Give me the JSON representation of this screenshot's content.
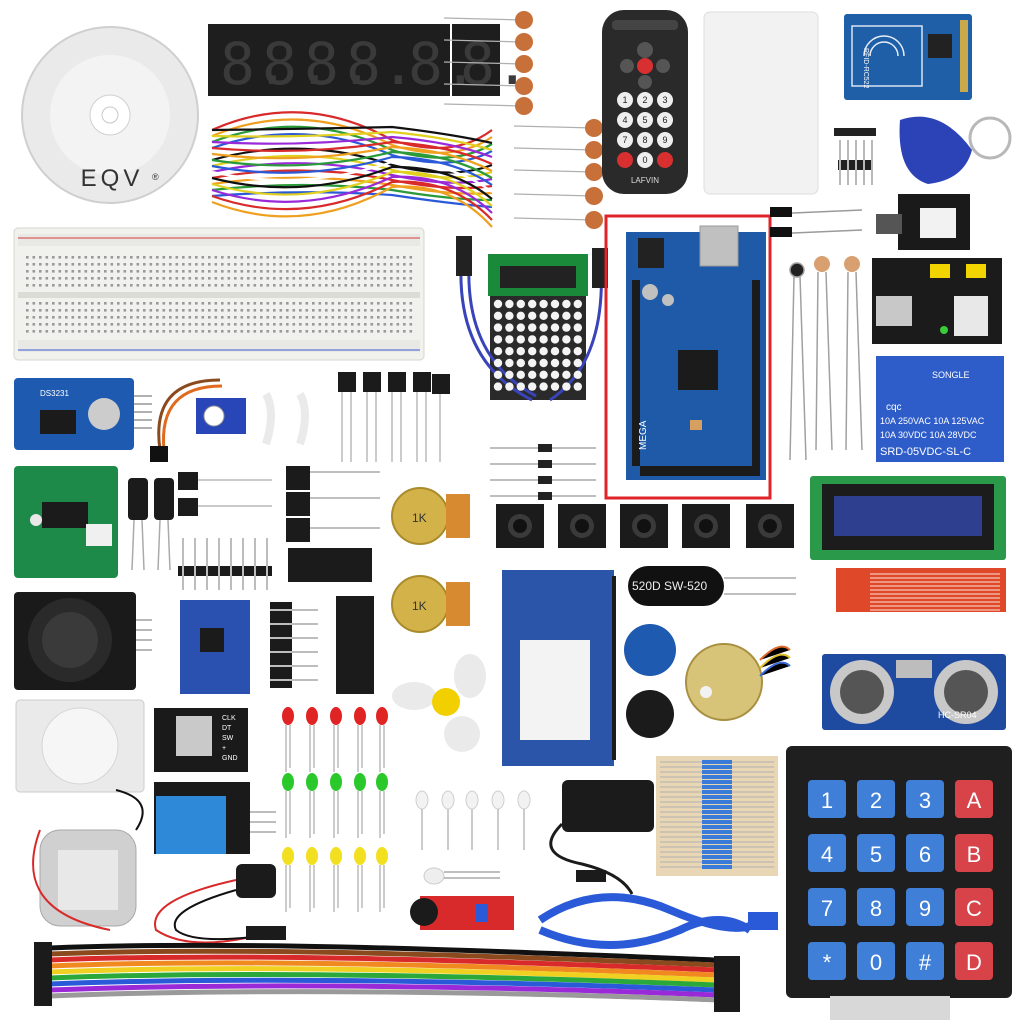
{
  "cd_brand": "EQV",
  "cd_mark": "®",
  "remote_brand": "LAFVIN",
  "remote_keys": [
    "1",
    "2",
    "3",
    "4",
    "5",
    "6",
    "7",
    "8",
    "9",
    "0"
  ],
  "rfid_label": "RFID-RC522",
  "relay": {
    "brand": "SONGLE",
    "line1": "10A 250VAC  10A 125VAC",
    "line2": "10A 30VDC  10A 28VDC",
    "model": "SRD-05VDC-SL-C",
    "cert": "cqc"
  },
  "mega_label": "MEGA",
  "tilt_label": "520D  SW-520",
  "ultrasonic_label": "HC-SR04",
  "pot_label": "1K",
  "rotary_pins": [
    "CLK",
    "DT",
    "SW",
    "+",
    "GND"
  ],
  "rtc_label": "DS3231",
  "keypad_keys": [
    "1",
    "2",
    "3",
    "A",
    "4",
    "5",
    "6",
    "B",
    "7",
    "8",
    "9",
    "C",
    "*",
    "0",
    "#",
    "D"
  ],
  "colors": {
    "highlight": "#e0242a",
    "mega_board": "#1f5aa8",
    "keypad_blue": "#3f7fd8",
    "keypad_red": "#d8434a",
    "lcd_screen": "#2f3f8f"
  }
}
